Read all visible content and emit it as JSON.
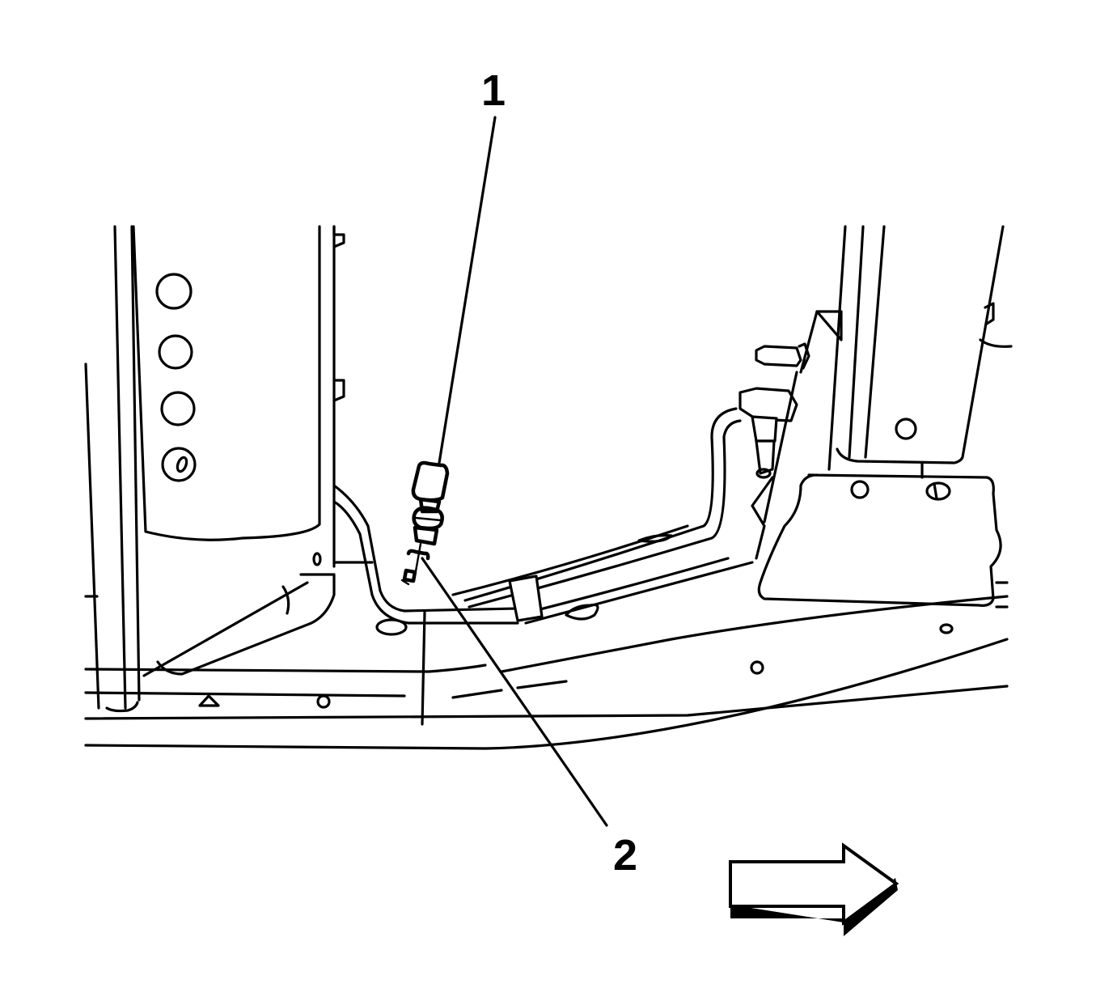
{
  "diagram": {
    "type": "service-manual-line-art",
    "subject": "vehicle underbody / rocker area with sensor component",
    "callouts": [
      {
        "id": "1",
        "label": "1",
        "points_to": "sensor component"
      },
      {
        "id": "2",
        "label": "2",
        "points_to": "mounting fitting"
      }
    ],
    "direction_arrow": {
      "direction": "right",
      "style": "outlined with drop shadow"
    },
    "colors": {
      "line": "#000000",
      "background": "#ffffff"
    }
  }
}
